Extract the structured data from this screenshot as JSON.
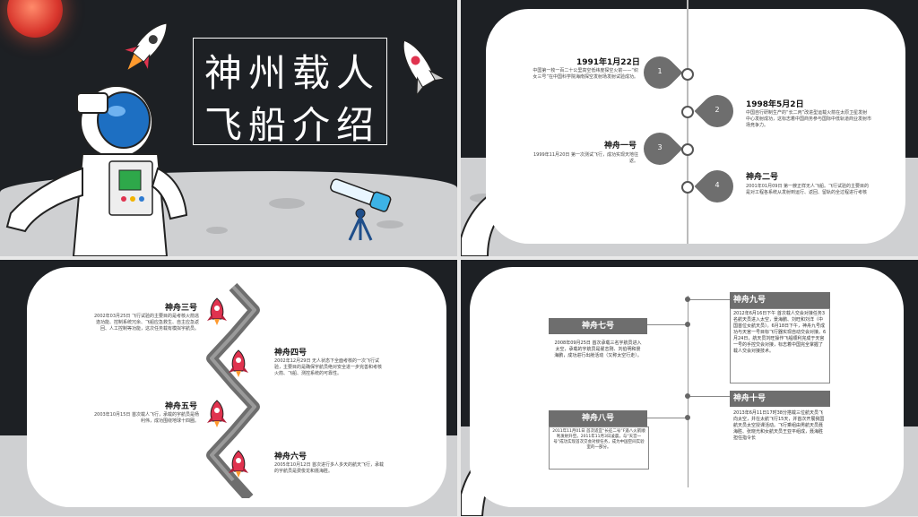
{
  "title": {
    "line1": "神州载人",
    "line2": "飞船介绍"
  },
  "timeline1": {
    "events": [
      {
        "date": "1991年1月22日",
        "text": "中国第一枚一百二十公里高空低纬度探空火箭——“织女三号”在中国科学院海南探空发射场发射试验成功。",
        "num": "1"
      },
      {
        "date": "1998年5月2日",
        "text": "中国自行研制生产的“长二丙”改进型运载火箭在太原卫星发射中心发射成功，这标志着中国商务参与国际中低轨道商业发射市场竞争力。",
        "num": "2"
      },
      {
        "date": "神舟一号",
        "text": "1999年11月20日 第一次测试飞行，成功实现天地往返。",
        "num": "3"
      },
      {
        "date": "神舟二号",
        "text": "2001年01月09日 第一艘正样无人飞船。飞行试验的主要目的是对工程各系统从发射到运行、返回、留轨的全过程进行考核",
        "num": "4"
      }
    ]
  },
  "timeline2": {
    "events": [
      {
        "title": "神舟三号",
        "text": "2002年03月25日 飞行试验的主要目的是考核火箭逃逸功能、控制系统冗余、飞船应急救生、自主应急返回、人工控制等功能，这次任务载有模拟宇航员。"
      },
      {
        "title": "神舟四号",
        "text": "2002年12月29日 无人状态下全面考核的一次飞行试验，主要目的是确保宇航员绝对安全进一步完善和考核火箭、飞船、测控系统的可靠性。"
      },
      {
        "title": "神舟五号",
        "text": "2003年10月15日 首次载人飞行，承载的宇航员是杨利伟，成功围绕地球十四圈。"
      },
      {
        "title": "神舟六号",
        "text": "2005年10月12日 首次进行多人多天的航天飞行，承载的宇航员是费俊龙和聂海胜。"
      }
    ]
  },
  "cards": {
    "c7": {
      "title": "神舟七号",
      "text": "2008年09月25日 首次承载三名宇航员进入太空，承载的宇航员是翟志刚、刘伯明和景海鹏，成功进行出舱活动（又称太空行走）。"
    },
    "c8": {
      "title": "神舟八号",
      "text": "2011年11月01日 首次适宜“长征二号”F遥八火箭顺利发射升空。2011年11月3日凌晨，与“天宫一号”成功实现首次交会对接任务，成为中国空间实验室的一部分。"
    },
    "c9": {
      "title": "神舟九号",
      "text": "2012年6月16日下午 首次载人交会对接任务3名航天员进入太空，景海鹏、刘旺和刘洋（中国首位女航天员）。6月18日下午，神舟九号成功与天宫一号目标飞行器实现自动交会对接。6月24日，航天员刘旺操作飞船顺利完成于天宫一号的手控交会对接，标志着中国完全掌握了载人交会对接技术。"
    },
    "c10": {
      "title": "神舟十号",
      "text": "2013年6月11日17时38分搭载三位航天员飞向太空，并在太航飞行15天，并首次开展我国航天员太空授课活动。飞行乘组由男航天员聂海胜、张晓光和女航天员王亚平组成，聂海胜担任指令长"
    }
  },
  "colors": {
    "dark": "#1d2024",
    "moon": "#cfd0d2",
    "gray": "#6e6e6e",
    "rocket": "#e0334f"
  }
}
